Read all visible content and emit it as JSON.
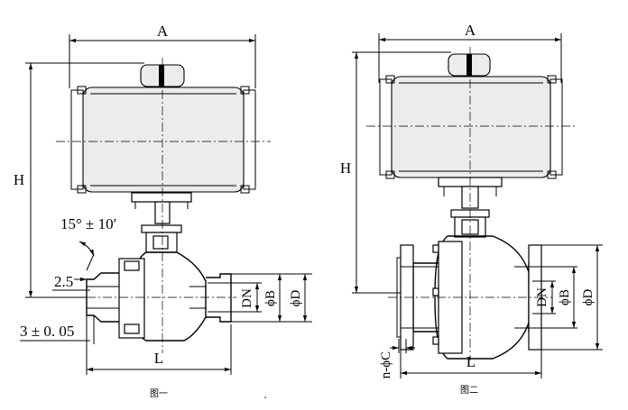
{
  "figure_1": {
    "caption": "图一",
    "labels": {
      "A": "A",
      "H": "H",
      "L": "L",
      "DN": "DN",
      "B": "ϕB",
      "D": "ϕD",
      "angle": "15° ± 10′",
      "chamfer": "2.5",
      "gap": "3 ± 0. 05"
    }
  },
  "figure_2": {
    "caption": "图二",
    "labels": {
      "A": "A",
      "H": "H",
      "L": "L",
      "DN": "DN",
      "B": "ϕB",
      "D": "ϕD",
      "bolts": "n-ϕC"
    }
  },
  "colors": {
    "line": "#000000",
    "actuator_fill": "#ececec",
    "background": "#ffffff"
  }
}
